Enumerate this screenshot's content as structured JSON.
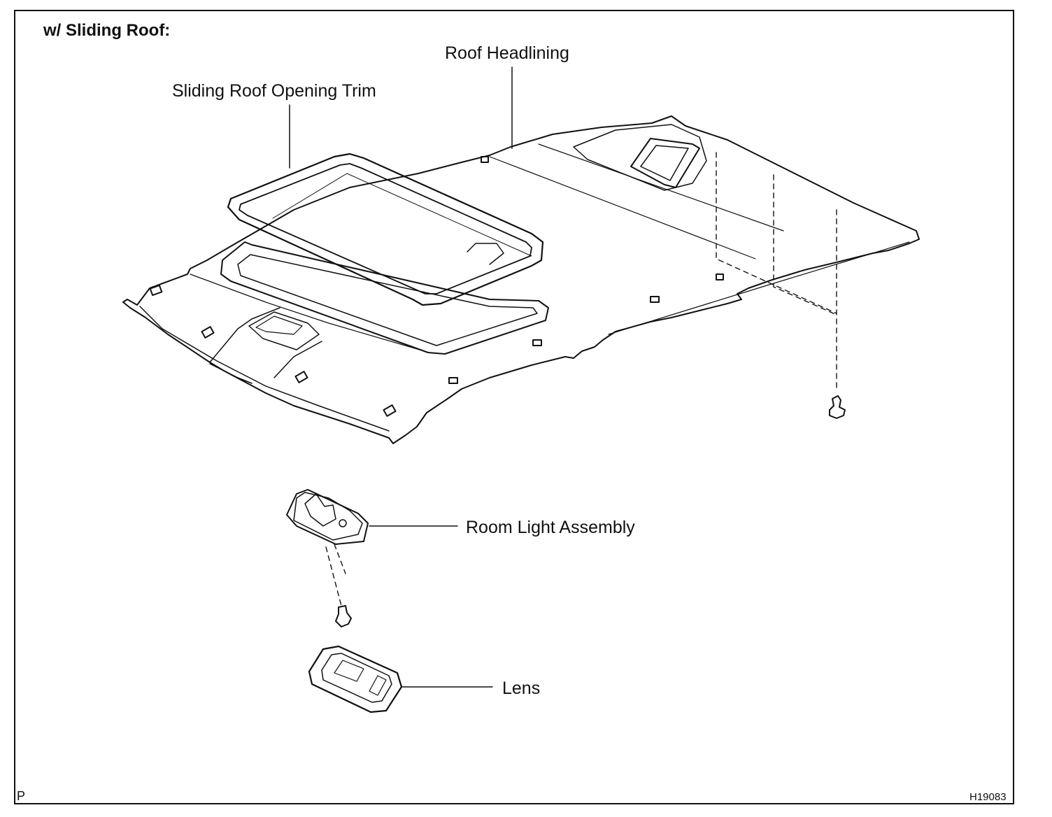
{
  "header": {
    "title": "w/ Sliding Roof:"
  },
  "labels": {
    "roof_headlining": "Roof Headlining",
    "sliding_roof_opening_trim": "Sliding Roof Opening Trim",
    "room_light_assembly": "Room Light Assembly",
    "lens": "Lens"
  },
  "footer": {
    "left_code": "P",
    "figure_id": "H19083"
  }
}
